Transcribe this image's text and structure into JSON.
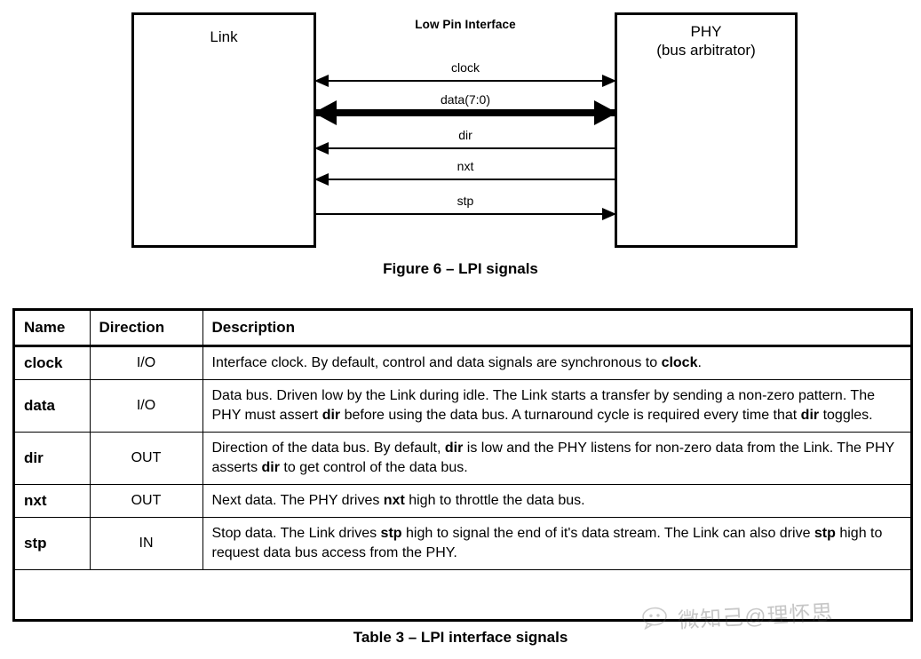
{
  "figure": {
    "link_box_label": "Link",
    "phy_box_label": "PHY",
    "phy_box_sublabel": "(bus arbitrator)",
    "interface_label": "Low Pin Interface",
    "caption": "Figure 6 – LPI signals",
    "signals": [
      {
        "label": "clock",
        "direction_arrows": "both",
        "weight": "thin"
      },
      {
        "label": "data(7:0)",
        "direction_arrows": "both",
        "weight": "thick"
      },
      {
        "label": "dir",
        "direction_arrows": "left",
        "weight": "thin"
      },
      {
        "label": "nxt",
        "direction_arrows": "left",
        "weight": "thin"
      },
      {
        "label": "stp",
        "direction_arrows": "right",
        "weight": "thin"
      }
    ]
  },
  "table": {
    "caption": "Table 3 – LPI interface signals",
    "headers": [
      "Name",
      "Direction",
      "Description"
    ],
    "rows": [
      {
        "name": "clock",
        "direction": "I/O",
        "description_html": "Interface clock. By default, control and data signals are synchronous to <b>clock</b>."
      },
      {
        "name": "data",
        "direction": "I/O",
        "description_html": "Data bus. Driven low by the Link during idle. The Link starts a transfer by sending a non-zero pattern. The PHY must assert <b>dir</b> before using the data bus. A turnaround cycle is required every time that <b>dir</b> toggles."
      },
      {
        "name": "dir",
        "direction": "OUT",
        "description_html": "Direction of the data bus. By default, <b>dir</b> is low and the PHY listens for non-zero data from the Link. The PHY asserts <b>dir</b> to get control of the data bus."
      },
      {
        "name": "nxt",
        "direction": "OUT",
        "description_html": "Next data. The PHY drives <b>nxt</b> high to throttle the data bus."
      },
      {
        "name": "stp",
        "direction": "IN",
        "description_html": "Stop data. The Link drives <b>stp</b> high to signal the end of it's data stream. The Link can also drive <b>stp</b> high to request data bus access from the PHY."
      }
    ]
  },
  "watermark": {
    "text": "微知己@理怀思",
    "icon": "speech-bubble-icon"
  },
  "colors": {
    "ink": "#000000",
    "page_background": "#ffffff",
    "watermark": "#444444"
  }
}
